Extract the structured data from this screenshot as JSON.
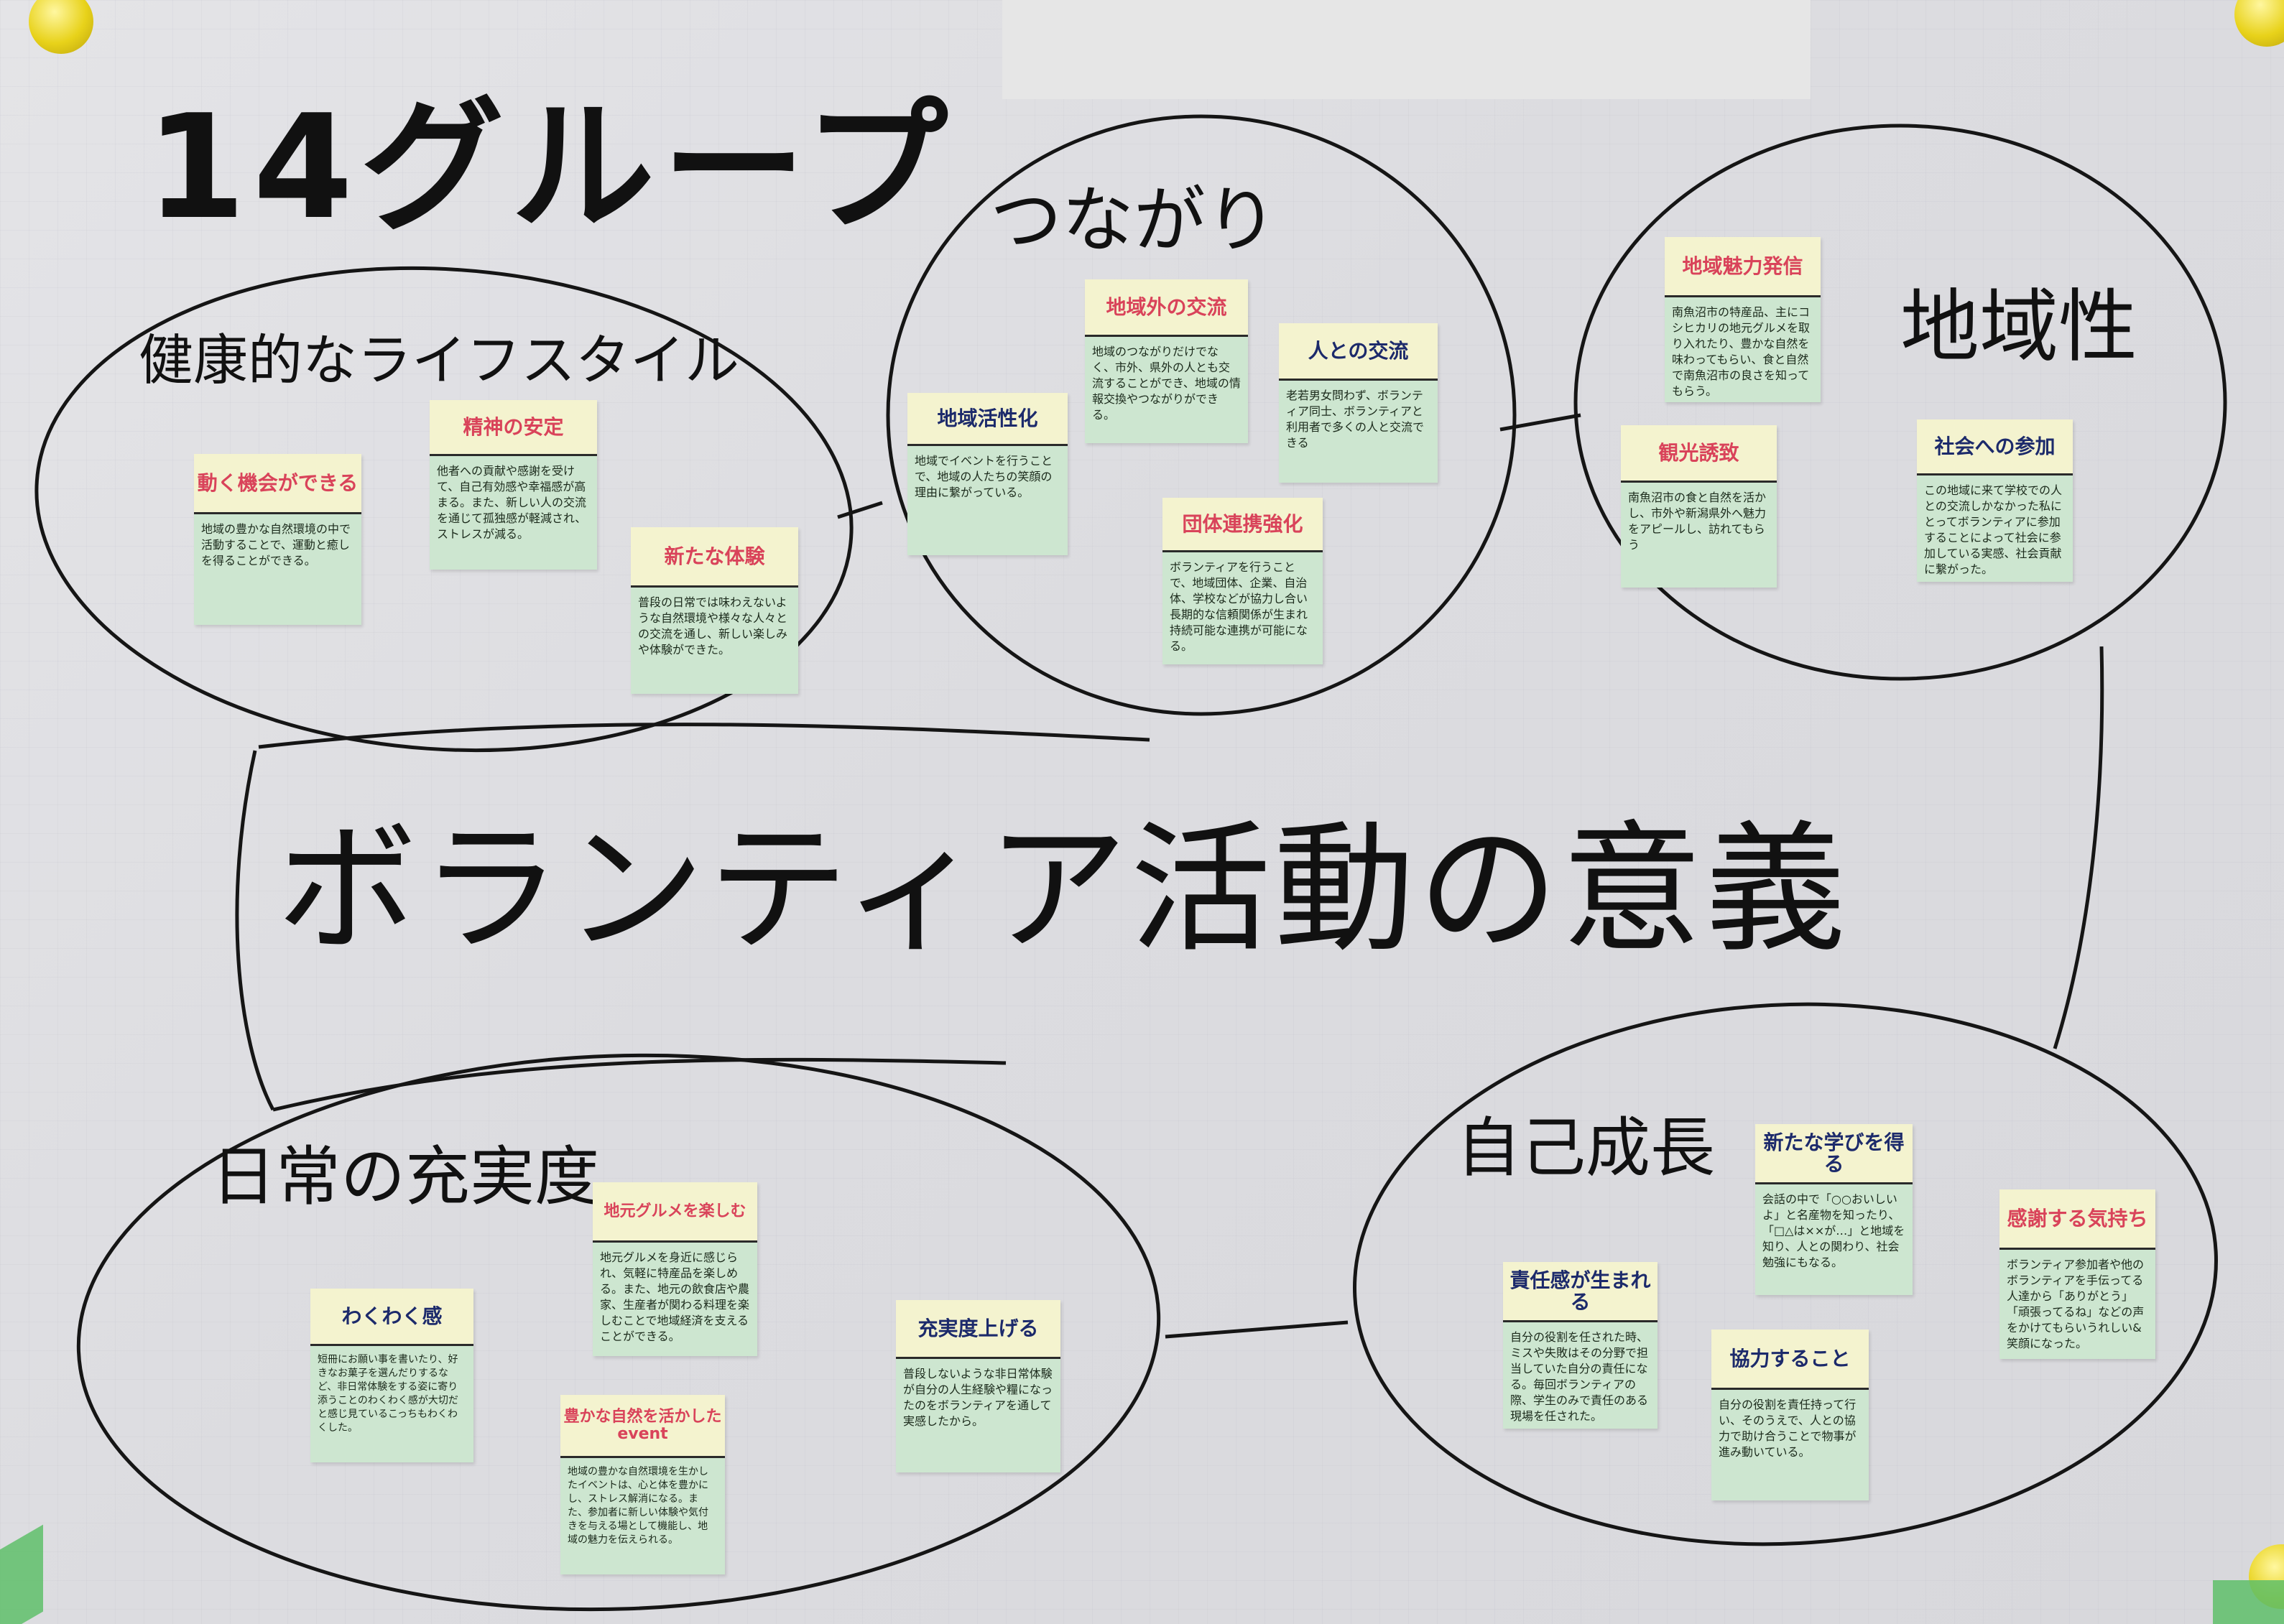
{
  "poster": {
    "group_title": "14グループ",
    "center_title": "ボランティア活動の意義",
    "colors": {
      "header_bg": "#f4f3cf",
      "body_bg": "#cde6d0",
      "red": "#d9435a",
      "navy": "#1c2a6b"
    }
  },
  "clusters": [
    {
      "label": "健康的なライフスタイル",
      "notes": [
        {
          "title": "動く機会ができる",
          "color": "red",
          "text": "地域の豊かな自然環境の中で活動することで、運動と癒しを得ることができる。"
        },
        {
          "title": "精神の安定",
          "color": "red",
          "text": "他者への貢献や感謝を受けて、自己有効感や幸福感が高まる。また、新しい人の交流を通じて孤独感が軽減され、ストレスが減る。"
        },
        {
          "title": "新たな体験",
          "color": "red",
          "text": "普段の日常では味わえないような自然環境や様々な人々との交流を通し、新しい楽しみや体験ができた。"
        }
      ]
    },
    {
      "label": "つながり",
      "notes": [
        {
          "title": "地域活性化",
          "color": "navy",
          "text": "地域でイベントを行うことで、地域の人たちの笑顔の理由に繋がっている。"
        },
        {
          "title": "地域外の交流",
          "color": "red",
          "text": "地域のつながりだけでなく、市外、県外の人とも交流することができ、地域の情報交換やつながりができる。"
        },
        {
          "title": "人との交流",
          "color": "navy",
          "text": "老若男女問わず、ボランティア同士、ボランティアと利用者で多くの人と交流できる"
        },
        {
          "title": "団体連携強化",
          "color": "red",
          "text": "ボランティアを行うことで、地域団体、企業、自治体、学校などが協力し合い長期的な信頼関係が生まれ持続可能な連携が可能になる。"
        }
      ]
    },
    {
      "label": "地域性",
      "notes": [
        {
          "title": "地域魅力発信",
          "color": "red",
          "text": "南魚沼市の特産品、主にコシヒカリの地元グルメを取り入れたり、豊かな自然を味わってもらい、食と自然で南魚沼市の良さを知ってもらう。"
        },
        {
          "title": "観光誘致",
          "color": "red",
          "text": "南魚沼市の食と自然を活かし、市外や新潟県外へ魅力をアピールし、訪れてもらう"
        },
        {
          "title": "社会への参加",
          "color": "navy",
          "text": "この地域に来て学校での人との交流しかなかった私にとってボランティアに参加することによって社会に参加している実感、社会貢献に繋がった。"
        }
      ]
    },
    {
      "label": "日常の充実度",
      "notes": [
        {
          "title": "わくわく感",
          "color": "navy",
          "text": "短冊にお願い事を書いたり、好きなお菓子を選んだりするなど、非日常体験をする姿に寄り添うことのわくわく感が大切だと感じ見ているこっちもわくわくした。"
        },
        {
          "title": "地元グルメを楽しむ",
          "color": "red",
          "text": "地元グルメを身近に感じられ、気軽に特産品を楽しめる。また、地元の飲食店や農家、生産者が関わる料理を楽しむことで地域経済を支えることができる。"
        },
        {
          "title": "豊かな自然を活かしたevent",
          "color": "red",
          "text": "地域の豊かな自然環境を生かしたイベントは、心と体を豊かにし、ストレス解消になる。また、参加者に新しい体験や気付きを与える場として機能し、地域の魅力を伝えられる。"
        },
        {
          "title": "充実度上げる",
          "color": "navy",
          "text": "普段しないような非日常体験が自分の人生経験や糧になったのをボランティアを通して実感したから。"
        }
      ]
    },
    {
      "label": "自己成長",
      "notes": [
        {
          "title": "新たな学びを得る",
          "color": "navy",
          "text": "会話の中で「○○おいしいよ」と名産物を知ったり、「□△は××が…」と地域を知り、人との関わり、社会勉強にもなる。"
        },
        {
          "title": "感謝する気持ち",
          "color": "red",
          "text": "ボランティア参加者や他のボランティアを手伝ってる人達から「ありがとう」「頑張ってるね」などの声をかけてもらいうれしい&笑顔になった。"
        },
        {
          "title": "責任感が生まれる",
          "color": "navy",
          "text": "自分の役割を任された時、ミスや失敗はその分野で担当していた自分の責任になる。毎回ボランティアの際、学生のみで責任のある現場を任された。"
        },
        {
          "title": "協力すること",
          "color": "navy",
          "text": "自分の役割を責任持って行い、そのうえで、人との協力で助け合うことで物事が進み動いている。"
        }
      ]
    }
  ]
}
